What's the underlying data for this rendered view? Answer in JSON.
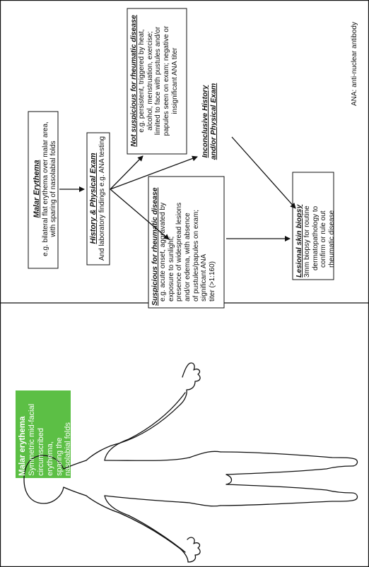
{
  "figure": {
    "left_panel": {
      "callout": {
        "title": "Malar erythema",
        "lines": [
          "Symmetric mid-facial",
          "circumscribed",
          "erythema,",
          "sparing the",
          "nasolabial folds"
        ],
        "color": "#5cbf45"
      }
    },
    "flowchart": {
      "malar_box": {
        "title": "Malar Erythema",
        "lines": [
          "e.g. bilateral flat erythema over malar area,",
          "with sparing of nasolabial folds"
        ]
      },
      "history_box": {
        "title": "History & Physical Exam",
        "lines": [
          "And laboratory findings e.g. ANA testing"
        ]
      },
      "not_suspicious_box": {
        "title": "Not suspicious for rheumatic disease",
        "lines": [
          "e.g. persistent, triggered by heat,",
          "alcohol, menstruation, exercise;",
          "limited to face with pustules and/or",
          "papules seen on exam; negative or",
          "insignificant ANA titer"
        ]
      },
      "suspicious_box": {
        "title": "Suspicious for rheumatic disease",
        "lines": [
          "e.g. acute onset, aggravated by",
          "exposure to sunlight;",
          "presence of widespread lesions",
          "and/or edema, with absence",
          "of pustules/papules on exam;",
          "significant ANA",
          "titer (>1:160)"
        ]
      },
      "inconclusive": {
        "lines": [
          "Inconclusive History",
          "and/or Physical Exam"
        ]
      },
      "biopsy_box": {
        "title": "Lesional skin biopsy",
        "lines": [
          "3mm biopsy for routine",
          "dermatopathology to",
          "confirm or rule out",
          "rheumatic disease"
        ]
      },
      "footnote": "ANA: anti-nuclear antibody"
    }
  }
}
